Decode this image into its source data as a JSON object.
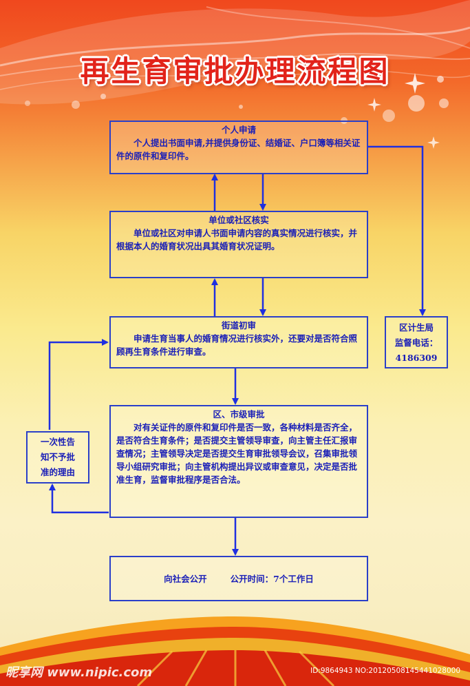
{
  "title": "再生育审批办理流程图",
  "colors": {
    "title": "#e2231a",
    "box_border": "#2a3fc9",
    "arrow": "#1f2fe0",
    "text": "#1a1fb8"
  },
  "steps": [
    {
      "heading": "个人申请",
      "body": "个人提出书面申请,并提供身份证、结婚证、户口簿等相关证件的原件和复印件。"
    },
    {
      "heading": "单位或社区核实",
      "body": "单位或社区对申请人书面申请内容的真实情况进行核实，并根据本人的婚育状况出具其婚育状况证明。"
    },
    {
      "heading": "街道初审",
      "body": "申请生育当事人的婚育情况进行核实外，还要对是否符合照顾再生育条件进行审查。"
    },
    {
      "heading": "区、市级审批",
      "body": "对有关证件的原件和复印件是否一致，各种材料是否齐全，是否符合生育条件；是否提交主管领导审查，向主管主任汇报审查情况；主管领导决定是否提交生育审批领导会议，召集审批领导小组研究审批；向主管机构提出异议或审查意见，决定是否批准生育，监督审批程序是否合法。"
    }
  ],
  "public": {
    "label": "向社会公开",
    "time": "公开时间：7个工作日"
  },
  "notice": {
    "line1": "一次性告",
    "line2": "知不予批",
    "line3": "准的理由"
  },
  "supervision": {
    "line1": "区计生局",
    "line2": "监督电话：",
    "line3": "4186309"
  },
  "watermark": {
    "left": "昵享网 www.nipic.com",
    "right": "ID:9864943 NO:20120508145441028000"
  }
}
